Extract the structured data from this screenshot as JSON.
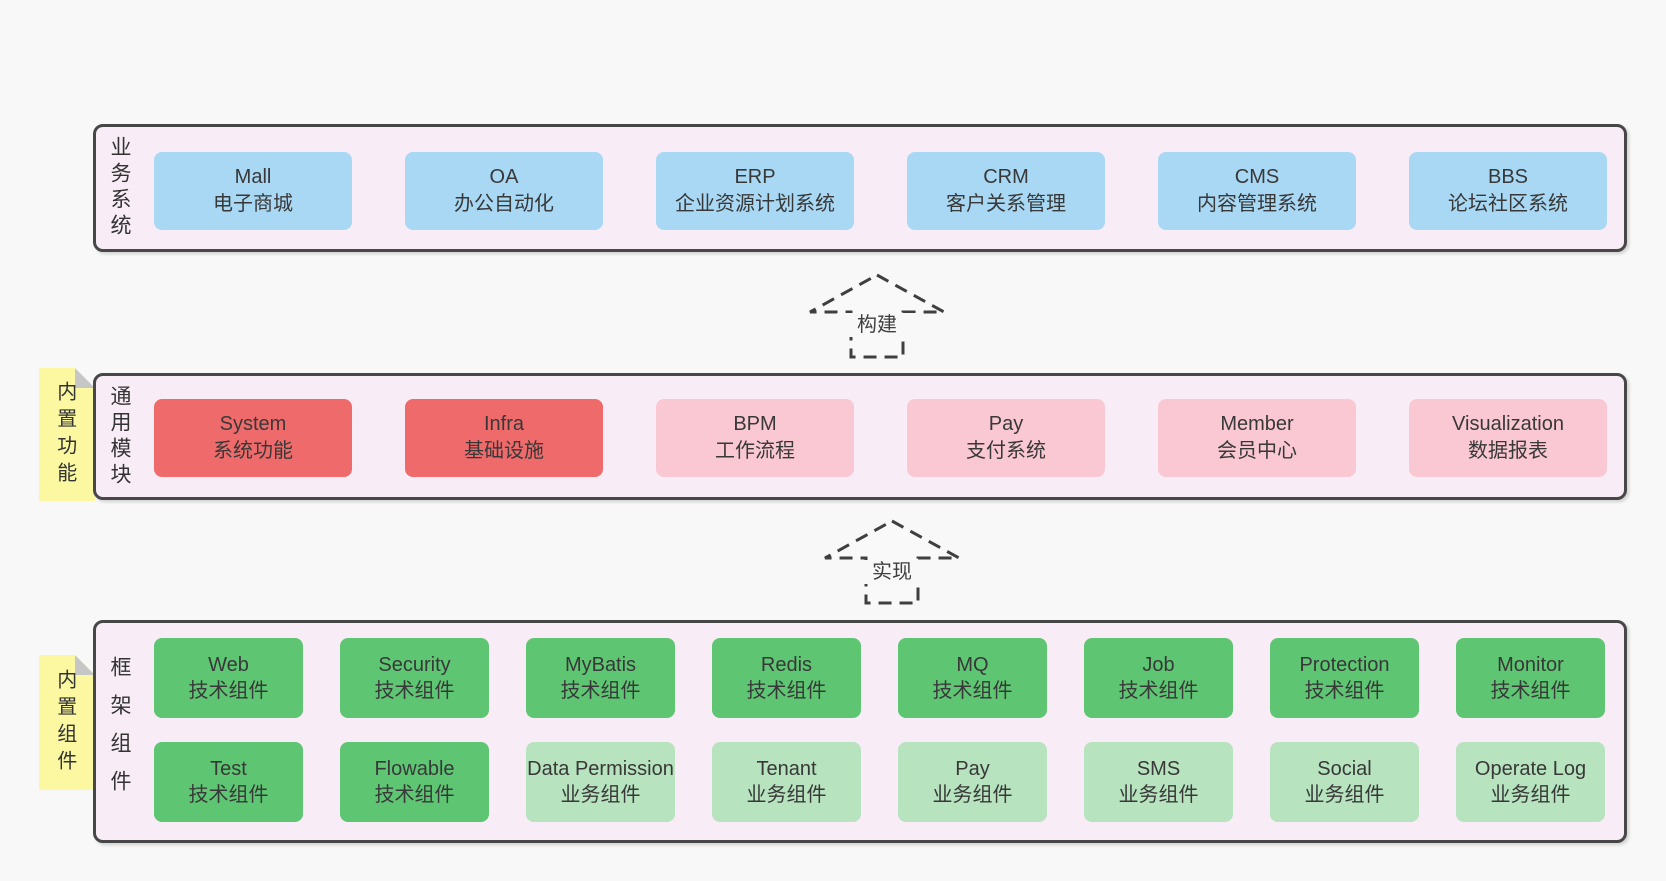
{
  "colors": {
    "page_bg": "#f8f8f8",
    "panel_bg": "#f8edf6",
    "panel_border": "#474747",
    "box_blue": "#a9d8f4",
    "box_red": "#ef6b6b",
    "box_pink": "#fac8d3",
    "box_green": "#5ec672",
    "box_light_green": "#b7e3bf",
    "sticky_yellow": "#fbf8a1",
    "text": "#383838"
  },
  "sections": {
    "business": {
      "label": "业务系统",
      "boxes": [
        {
          "title": "Mall",
          "subtitle": "电子商城"
        },
        {
          "title": "OA",
          "subtitle": "办公自动化"
        },
        {
          "title": "ERP",
          "subtitle": "企业资源计划系统"
        },
        {
          "title": "CRM",
          "subtitle": "客户关系管理"
        },
        {
          "title": "CMS",
          "subtitle": "内容管理系统"
        },
        {
          "title": "BBS",
          "subtitle": "论坛社区系统"
        }
      ]
    },
    "modules": {
      "label": "通用模块",
      "sticky": "内置功能",
      "boxes": [
        {
          "title": "System",
          "subtitle": "系统功能"
        },
        {
          "title": "Infra",
          "subtitle": "基础设施"
        },
        {
          "title": "BPM",
          "subtitle": "工作流程"
        },
        {
          "title": "Pay",
          "subtitle": "支付系统"
        },
        {
          "title": "Member",
          "subtitle": "会员中心"
        },
        {
          "title": "Visualization",
          "subtitle": "数据报表"
        }
      ]
    },
    "components": {
      "label": "框架组件",
      "sticky": "内置组件",
      "row1": [
        {
          "title": "Web",
          "subtitle": "技术组件"
        },
        {
          "title": "Security",
          "subtitle": "技术组件"
        },
        {
          "title": "MyBatis",
          "subtitle": "技术组件"
        },
        {
          "title": "Redis",
          "subtitle": "技术组件"
        },
        {
          "title": "MQ",
          "subtitle": "技术组件"
        },
        {
          "title": "Job",
          "subtitle": "技术组件"
        },
        {
          "title": "Protection",
          "subtitle": "技术组件"
        },
        {
          "title": "Monitor",
          "subtitle": "技术组件"
        }
      ],
      "row2": [
        {
          "title": "Test",
          "subtitle": "技术组件"
        },
        {
          "title": "Flowable",
          "subtitle": "技术组件"
        },
        {
          "title": "Data Permission",
          "subtitle": "业务组件"
        },
        {
          "title": "Tenant",
          "subtitle": "业务组件"
        },
        {
          "title": "Pay",
          "subtitle": "业务组件"
        },
        {
          "title": "SMS",
          "subtitle": "业务组件"
        },
        {
          "title": "Social",
          "subtitle": "业务组件"
        },
        {
          "title": "Operate Log",
          "subtitle": "业务组件"
        }
      ]
    }
  },
  "arrows": {
    "build": "构建",
    "implement": "实现"
  }
}
